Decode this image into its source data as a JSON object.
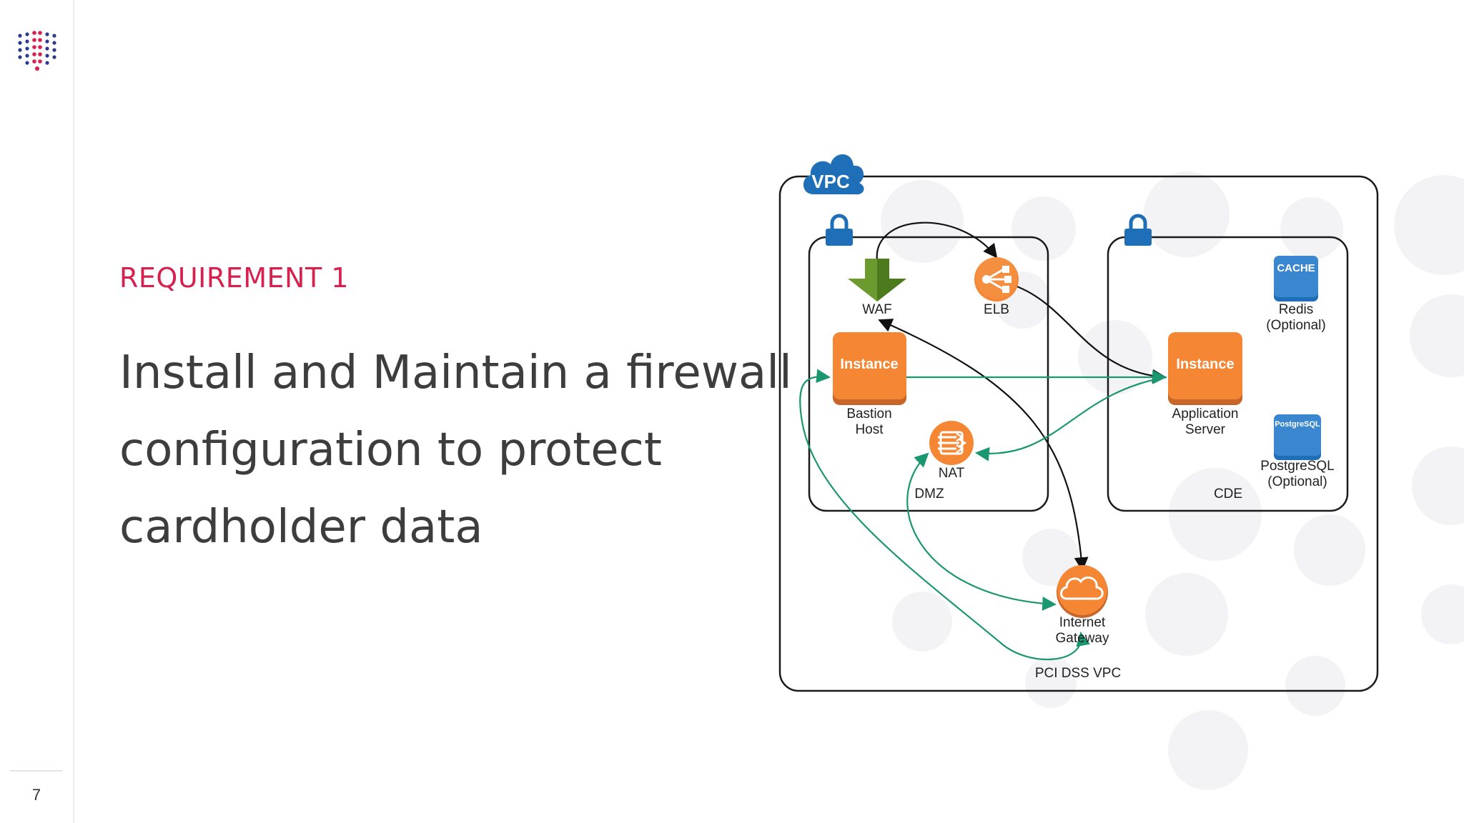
{
  "slide": {
    "page_number": "7",
    "requirement_label": "REQUIREMENT 1",
    "title_lines": [
      "Install and Maintain a firewall",
      "configuration to protect",
      "cardholder data"
    ]
  },
  "diagram": {
    "vpc_badge": "VPC",
    "vpc_label": "PCI DSS VPC",
    "dmz_label": "DMZ",
    "cde_label": "CDE",
    "nodes": {
      "waf": "WAF",
      "elb": "ELB",
      "bastion_icon": "Instance",
      "bastion_label_1": "Bastion",
      "bastion_label_2": "Host",
      "nat": "NAT",
      "app_icon": "Instance",
      "app_label_1": "Application",
      "app_label_2": "Server",
      "redis_icon": "CACHE",
      "redis_label_1": "Redis",
      "redis_label_2": "(Optional)",
      "pg_icon": "PostgreSQL",
      "pg_label_1": "PostgreSQL",
      "pg_label_2": "(Optional)",
      "igw_label_1": "Internet",
      "igw_label_2": "Gateway"
    }
  },
  "colors": {
    "accent": "#d6204e",
    "title_text": "#3d3d3d",
    "instance_orange": "#f58634",
    "aws_blue": "#1f6fb8",
    "waf_green": "#6b9a2f",
    "flow_green": "#1a9670",
    "flow_black": "#111111"
  }
}
